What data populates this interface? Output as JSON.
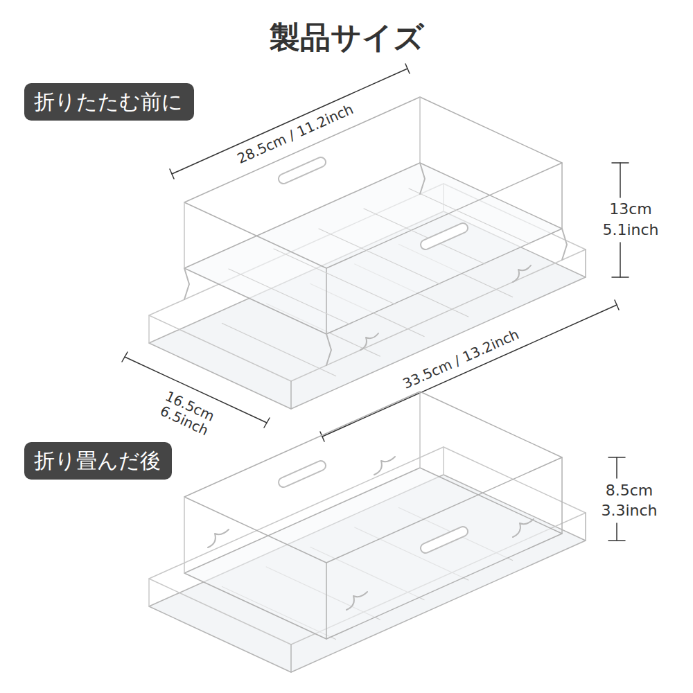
{
  "diagram": {
    "title": "製品サイズ",
    "nodes": [
      {
        "text": [
          "折りたたむ前に"
        ]
      },
      {
        "text": [
          "折り畳んだ後"
        ]
      }
    ],
    "labels": [
      "28.5cm / 11.2inch",
      "13cm",
      "5.1inch",
      "16.5cm",
      "6.5inch",
      "33.5cm / 13.2inch",
      "8.5cm",
      "3.3inch"
    ]
  }
}
